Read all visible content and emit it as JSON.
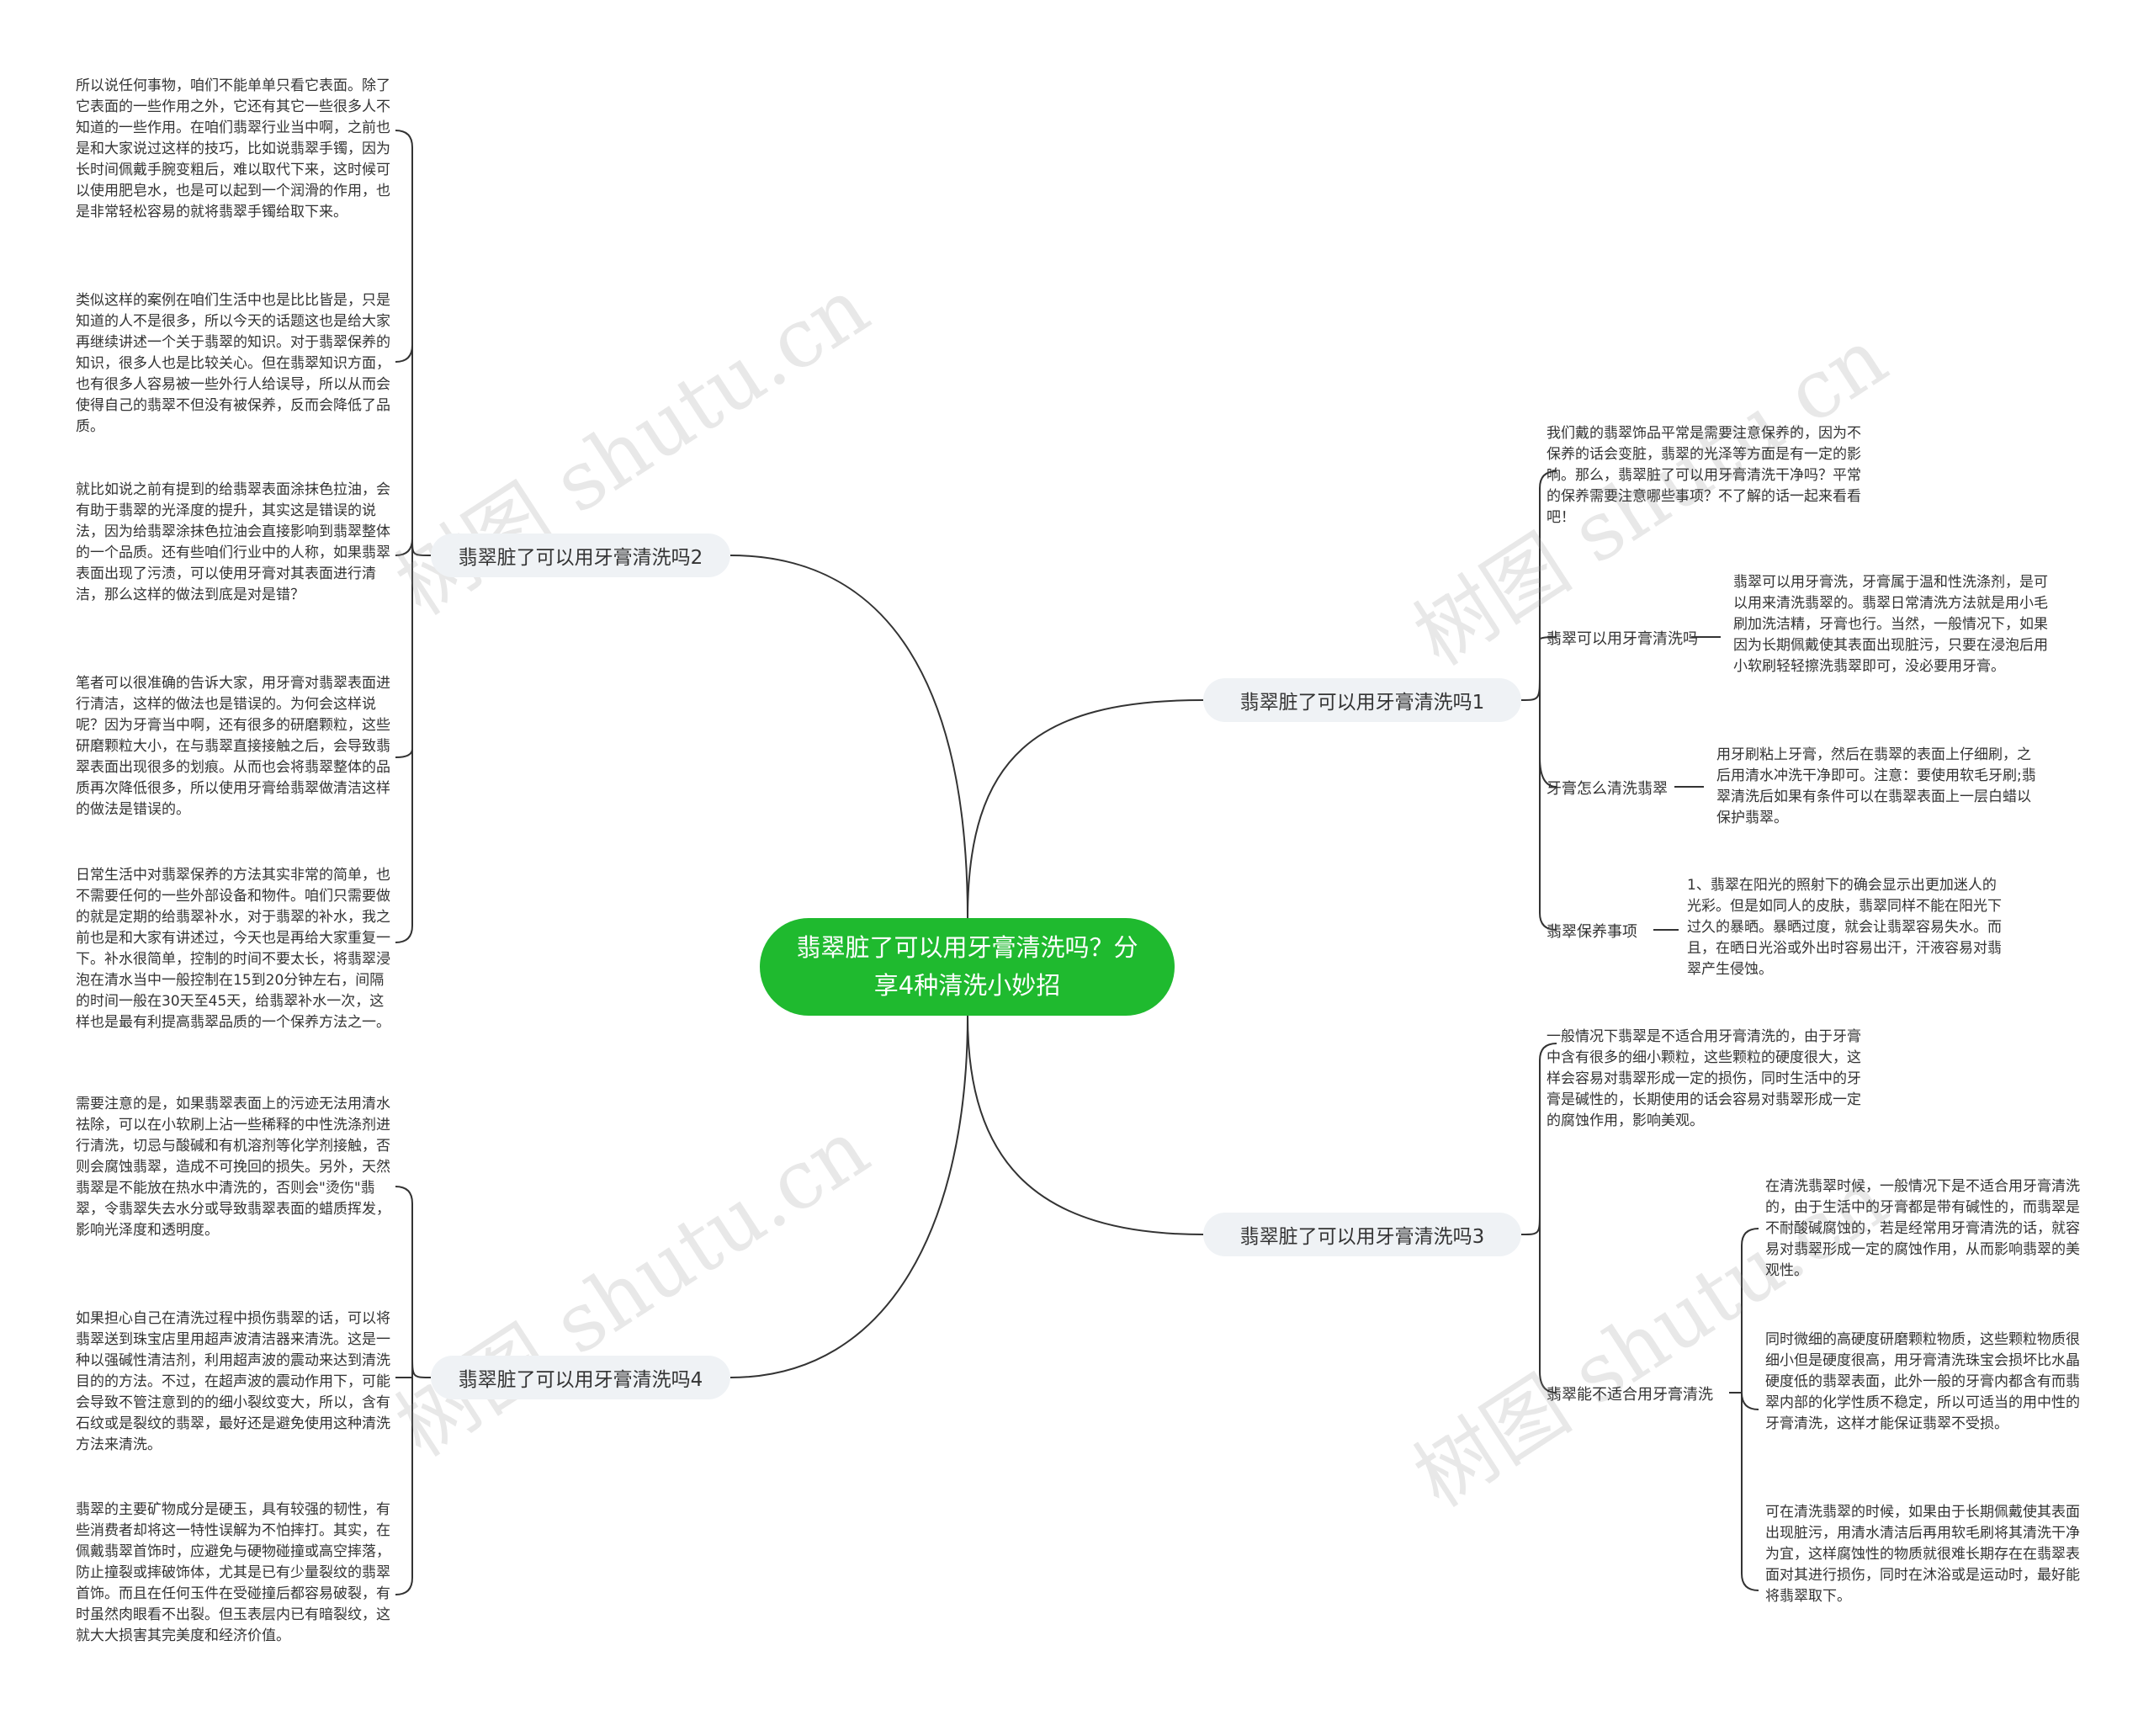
{
  "root": {
    "title": "翡翠脏了可以用牙膏清洗吗？分享4种清洗小妙招"
  },
  "branches": [
    {
      "label": "翡翠脏了可以用牙膏清洗吗1"
    },
    {
      "label": "翡翠脏了可以用牙膏清洗吗2"
    },
    {
      "label": "翡翠脏了可以用牙膏清洗吗3"
    },
    {
      "label": "翡翠脏了可以用牙膏清洗吗4"
    }
  ],
  "b1": {
    "intro": "我们戴的翡翠饰品平常是需要注意保养的，因为不保养的话会变脏，翡翠的光泽等方面是有一定的影响。那么，翡翠脏了可以用牙膏清洗干净吗？平常的保养需要注意哪些事项？不了解的话一起来看看吧！",
    "topics": [
      {
        "label": "翡翠可以用牙膏清洗吗",
        "text": "翡翠可以用牙膏洗，牙膏属于温和性洗涤剂，是可以用来清洗翡翠的。翡翠日常清洗方法就是用小毛刷加洗洁精，牙膏也行。当然，一般情况下，如果因为长期佩戴使其表面出现脏污，只要在浸泡后用小软刷轻轻擦洗翡翠即可，没必要用牙膏。"
      },
      {
        "label": "牙膏怎么清洗翡翠",
        "text": "用牙刷粘上牙膏，然后在翡翠的表面上仔细刷，之后用清水冲洗干净即可。注意：要使用软毛牙刷;翡翠清洗后如果有条件可以在翡翠表面上一层白蜡以保护翡翠。"
      },
      {
        "label": "翡翠保养事项",
        "text": "1、翡翠在阳光的照射下的确会显示出更加迷人的光彩。但是如同人的皮肤，翡翠同样不能在阳光下过久的暴晒。暴晒过度，就会让翡翠容易失水。而且，在晒日光浴或外出时容易出汗，汗液容易对翡翠产生侵蚀。"
      }
    ]
  },
  "b2": {
    "paras": [
      "所以说任何事物，咱们不能单单只看它表面。除了它表面的一些作用之外，它还有其它一些很多人不知道的一些作用。在咱们翡翠行业当中啊，之前也是和大家说过这样的技巧，比如说翡翠手镯，因为长时间佩戴手腕变粗后，难以取代下来，这时候可以使用肥皂水，也是可以起到一个润滑的作用，也是非常轻松容易的就将翡翠手镯给取下来。",
      "类似这样的案例在咱们生活中也是比比皆是，只是知道的人不是很多，所以今天的话题这也是给大家再继续讲述一个关于翡翠的知识。对于翡翠保养的知识，很多人也是比较关心。但在翡翠知识方面，也有很多人容易被一些外行人给误导，所以从而会使得自己的翡翠不但没有被保养，反而会降低了品质。",
      "就比如说之前有提到的给翡翠表面涂抹色拉油，会有助于翡翠的光泽度的提升，其实这是错误的说法，因为给翡翠涂抹色拉油会直接影响到翡翠整体的一个品质。还有些咱们行业中的人称，如果翡翠表面出现了污渍，可以使用牙膏对其表面进行清洁，那么这样的做法到底是对是错？",
      "笔者可以很准确的告诉大家，用牙膏对翡翠表面进行清洁，这样的做法也是错误的。为何会这样说呢？因为牙膏当中啊，还有很多的研磨颗粒，这些研磨颗粒大小，在与翡翠直接接触之后，会导致翡翠表面出现很多的划痕。从而也会将翡翠整体的品质再次降低很多，所以使用牙膏给翡翠做清洁这样的做法是错误的。",
      "日常生活中对翡翠保养的方法其实非常的简单，也不需要任何的一些外部设备和物件。咱们只需要做的就是定期的给翡翠补水，对于翡翠的补水，我之前也是和大家有讲述过，今天也是再给大家重复一下。补水很简单，控制的时间不要太长，将翡翠浸泡在清水当中一般控制在15到20分钟左右，间隔的时间一般在30天至45天，给翡翠补水一次，这样也是最有利提高翡翠品质的一个保养方法之一。"
    ]
  },
  "b3": {
    "intro": "一般情况下翡翠是不适合用牙膏清洗的，由于牙膏中含有很多的细小颗粒，这些颗粒的硬度很大，这样会容易对翡翠形成一定的损伤，同时生活中的牙膏是碱性的，长期使用的话会容易对翡翠形成一定的腐蚀作用，影响美观。",
    "topic": "翡翠能不适合用牙膏清洗",
    "paras": [
      "在清洗翡翠时候，一般情况下是不适合用牙膏清洗的，由于生活中的牙膏都是带有碱性的，而翡翠是不耐酸碱腐蚀的，若是经常用牙膏清洗的话，就容易对翡翠形成一定的腐蚀作用，从而影响翡翠的美观性。",
      "同时微细的高硬度研磨颗粒物质，这些颗粒物质很细小但是硬度很高，用牙膏清洗珠宝会损坏比水晶硬度低的翡翠表面，此外一般的牙膏内都含有而翡翠内部的化学性质不稳定，所以可适当的用中性的牙膏清洗，这样才能保证翡翠不受损。",
      "可在清洗翡翠的时候，如果由于长期佩戴使其表面出现脏污，用清水清洁后再用软毛刷将其清洗干净为宜，这样腐蚀性的物质就很难长期存在在翡翠表面对其进行损伤，同时在沐浴或是运动时，最好能将翡翠取下。"
    ]
  },
  "b4": {
    "paras": [
      "需要注意的是，如果翡翠表面上的污迹无法用清水祛除，可以在小软刷上沾一些稀释的中性洗涤剂进行清洗，切忌与酸碱和有机溶剂等化学剂接触，否则会腐蚀翡翠，造成不可挽回的损失。另外，天然翡翠是不能放在热水中清洗的，否则会\"烫伤\"翡翠，令翡翠失去水分或导致翡翠表面的蜡质挥发，影响光泽度和透明度。",
      "如果担心自己在清洗过程中损伤翡翠的话，可以将翡翠送到珠宝店里用超声波清洁器来清洗。这是一种以强碱性清洁剂，利用超声波的震动来达到清洗目的的方法。不过，在超声波的震动作用下，可能会导致不管注意到的的细小裂纹变大，所以，含有石纹或是裂纹的翡翠，最好还是避免使用这种清洗方法来清洗。",
      "翡翠的主要矿物成分是硬玉，具有较强的韧性，有些消费者却将这一特性误解为不怕摔打。其实，在佩戴翡翠首饰时，应避免与硬物碰撞或高空摔落，防止撞裂或摔破饰体，尤其是已有少量裂纹的翡翠首饰。而且在任何玉件在受碰撞后都容易破裂，有时虽然肉眼看不出裂。但玉表层内已有暗裂纹，这就大大损害其完美度和经济价值。"
    ]
  },
  "watermark": "树图 shutu.cn",
  "colors": {
    "root": "#1fba2f",
    "branch_bg": "#eff2f5",
    "line": "#333333"
  }
}
